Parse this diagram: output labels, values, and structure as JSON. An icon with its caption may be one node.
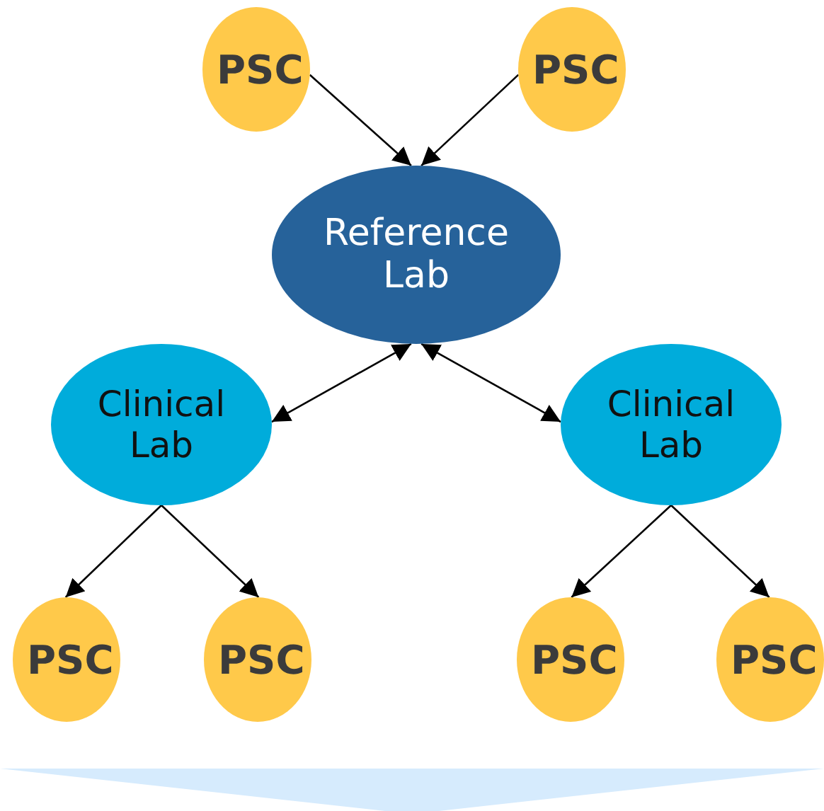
{
  "diagram": {
    "nodes": [
      {
        "text": [
          "PSC"
        ]
      },
      {
        "text": [
          "PSC"
        ]
      },
      {
        "text": [
          "Reference Lab"
        ]
      },
      {
        "text": [
          "Clinical Lab"
        ]
      },
      {
        "text": [
          "Clinical Lab"
        ]
      },
      {
        "text": [
          "PSC"
        ]
      },
      {
        "text": [
          "PSC"
        ]
      },
      {
        "text": [
          "PSC"
        ]
      },
      {
        "text": [
          "PSC"
        ]
      }
    ],
    "edges": [
      {
        "from": 0,
        "to": 2,
        "arrow": "to"
      },
      {
        "from": 1,
        "to": 2,
        "arrow": "to"
      },
      {
        "from": 2,
        "to": 3,
        "arrow": "both"
      },
      {
        "from": 2,
        "to": 4,
        "arrow": "both"
      },
      {
        "from": 3,
        "to": 5,
        "arrow": "to"
      },
      {
        "from": 3,
        "to": 6,
        "arrow": "to"
      },
      {
        "from": 4,
        "to": 7,
        "arrow": "to"
      },
      {
        "from": 4,
        "to": 8,
        "arrow": "to"
      }
    ]
  }
}
